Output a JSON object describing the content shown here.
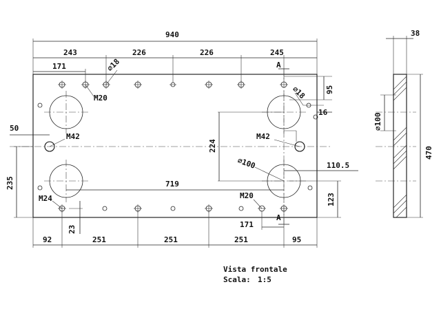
{
  "dims": {
    "overall_width": "940",
    "seg_243": "243",
    "seg_226a": "226",
    "seg_226b": "226",
    "seg_245": "245",
    "seg_171_top": "171",
    "dia_18_top": "⌀18",
    "m20_top": "M20",
    "section_top": "A",
    "dia_18_right": "⌀18",
    "dim_95_right": "95",
    "dim_16": "16",
    "dim_50": "50",
    "m42_left": "M42",
    "m42_right": "M42",
    "dim_224": "224",
    "dia_100_port": "⌀100",
    "dim_110_5": "110.5",
    "dim_235": "235",
    "dim_719": "719",
    "dim_123": "123",
    "m24": "M24",
    "m20_bottom": "M20",
    "dim_23": "23",
    "seg_171_bottom": "171",
    "section_bottom": "A",
    "bot_92": "92",
    "bot_251a": "251",
    "bot_251b": "251",
    "bot_251c": "251",
    "bot_95": "95",
    "side_38": "38",
    "side_dia_100": "⌀100",
    "side_470": "470"
  },
  "caption": {
    "view": "Vista frontale",
    "scale_label": "Scala:",
    "scale_value": "1:5"
  }
}
